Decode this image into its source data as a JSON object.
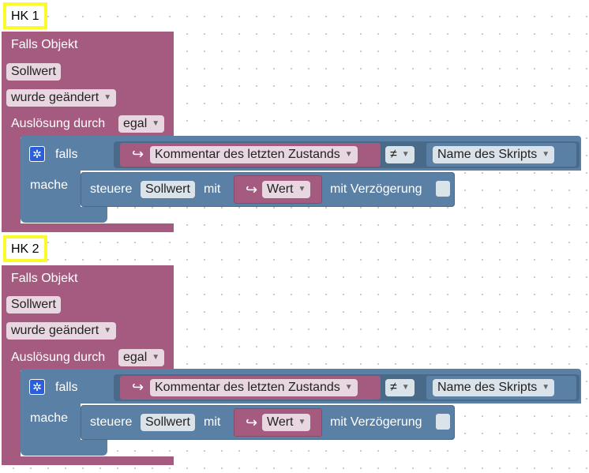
{
  "blocks": [
    {
      "comment": "HK 1",
      "trigger_label": "Falls Objekt",
      "object_name": "Sollwert",
      "event_dropdown": "wurde geändert",
      "trigger_by_label": "Auslösung durch",
      "trigger_by_value": "egal",
      "if_label": "falls",
      "left_operand": "Kommentar des letzten Zustands",
      "operator": "≠",
      "right_operand": "Name des Skripts",
      "do_label": "mache",
      "control_label": "steuere",
      "control_object": "Sollwert",
      "with_label": "mit",
      "value_label": "Wert",
      "delay_label": "mit Verzögerung"
    },
    {
      "comment": "HK 2",
      "trigger_label": "Falls Objekt",
      "object_name": "Sollwert",
      "event_dropdown": "wurde geändert",
      "trigger_by_label": "Auslösung durch",
      "trigger_by_value": "egal",
      "if_label": "falls",
      "left_operand": "Kommentar des letzten Zustands",
      "operator": "≠",
      "right_operand": "Name des Skripts",
      "do_label": "mache",
      "control_label": "steuere",
      "control_object": "Sollwert",
      "with_label": "mit",
      "value_label": "Wert",
      "delay_label": "mit Verzögerung"
    }
  ],
  "icons": {
    "gear": "gear-icon",
    "return_arrow": "return-arrow-icon",
    "dropdown": "chevron-down-icon"
  },
  "colors": {
    "event_block": "#a55b80",
    "logic_block": "#5b80a5",
    "comment_border": "#fbfb2b",
    "gear_icon": "#2a5fd9"
  }
}
